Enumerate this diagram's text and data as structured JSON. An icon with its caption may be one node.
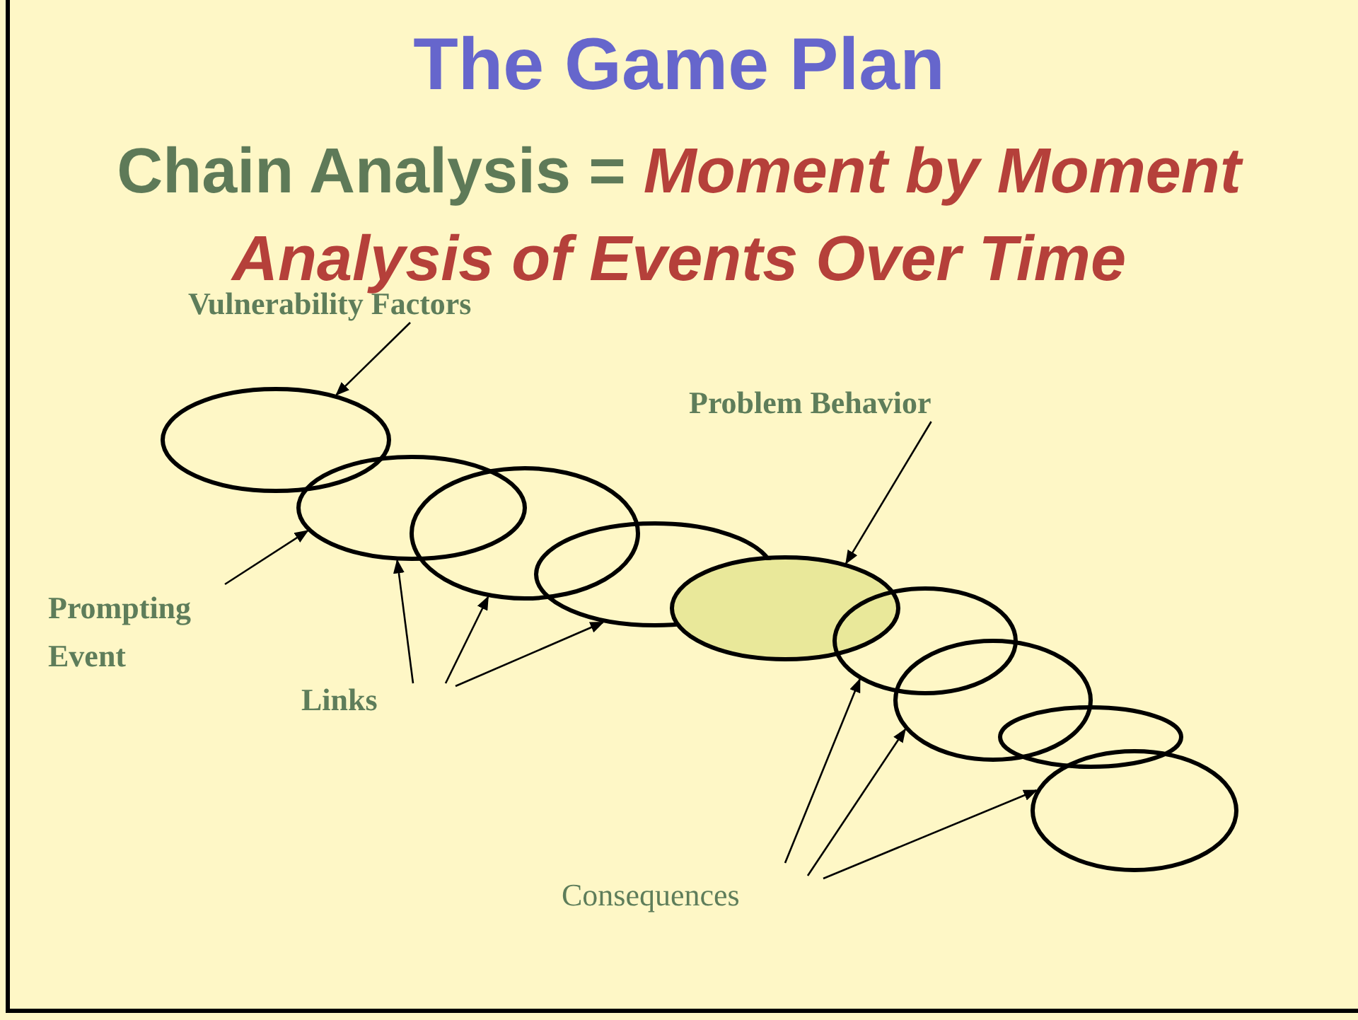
{
  "diagram": {
    "title": "The Game Plan",
    "nodes": [
      {
        "text": [
          "Vulnerability Factors"
        ]
      },
      {
        "text": [
          "Problem Behavior"
        ]
      },
      {
        "text": [
          "Prompting Event"
        ]
      },
      {
        "text": [
          "Links"
        ]
      },
      {
        "text": [
          "Consequences"
        ]
      },
      {
        "text": [],
        "shape": "circle"
      },
      {
        "text": [],
        "shape": "circle"
      },
      {
        "text": [],
        "shape": "circle"
      },
      {
        "text": [],
        "shape": "circle"
      },
      {
        "text": [],
        "shape": "circle"
      },
      {
        "text": [],
        "shape": "circle"
      },
      {
        "text": [],
        "shape": "circle"
      },
      {
        "text": [],
        "shape": "circle"
      },
      {
        "text": [],
        "shape": "circle"
      }
    ],
    "edges": [
      {
        "from": 0,
        "to": 5,
        "arrow": "to"
      },
      {
        "from": 2,
        "to": 6,
        "arrow": "to"
      },
      {
        "from": 3,
        "to": 6,
        "arrow": "to"
      },
      {
        "from": 3,
        "to": 7,
        "arrow": "to"
      },
      {
        "from": 3,
        "to": 8,
        "arrow": "to"
      },
      {
        "from": 1,
        "to": 9,
        "arrow": "to"
      },
      {
        "from": 4,
        "to": 10,
        "arrow": "to"
      },
      {
        "from": 4,
        "to": 11,
        "arrow": "to"
      },
      {
        "from": 4,
        "to": 13,
        "arrow": "to"
      }
    ],
    "labels": [
      "Chain Analysis = *Moment by Moment Analysis of Events Over Time*"
    ]
  }
}
